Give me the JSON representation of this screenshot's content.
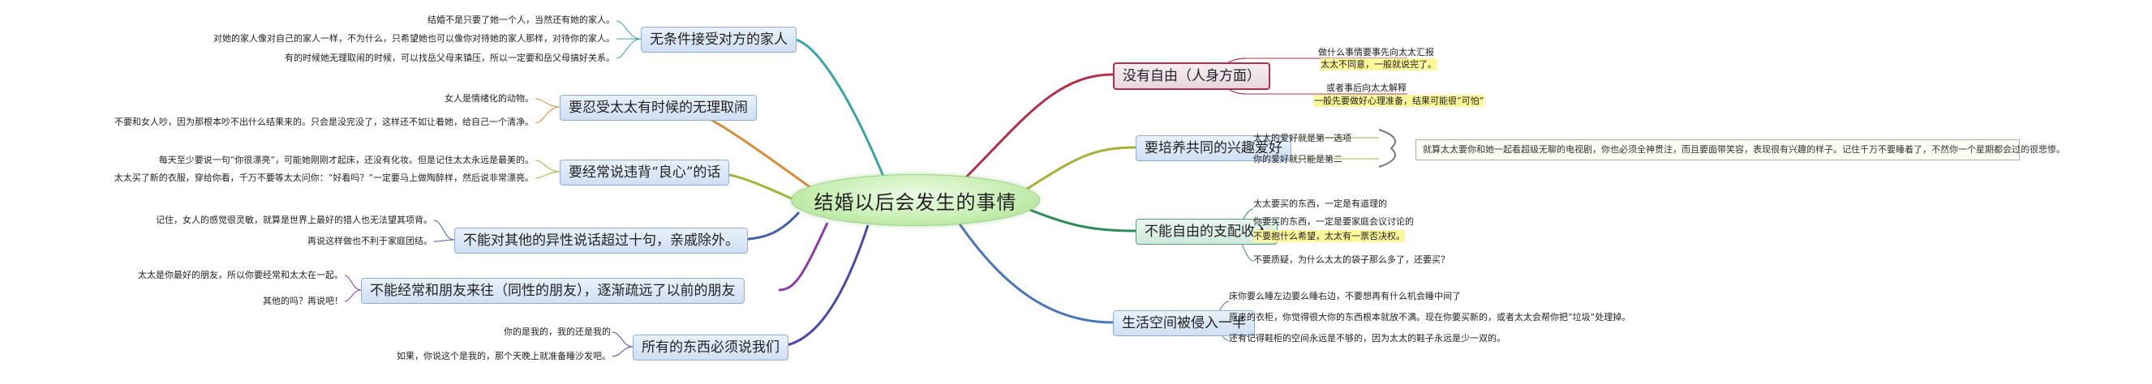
{
  "center": "结婚以后会发生的事情",
  "right": [
    {
      "topic": "没有自由（人身方面）",
      "items": [
        "做什么事情要事先向太太汇报",
        "太太不同意，一般就说完了。",
        "或者事后向太太解释",
        "一般先要做好心理准备，结果可能很“可怕”"
      ]
    },
    {
      "topic": "要培养共同的兴趣爱好",
      "items": [
        "太太的爱好就是第一选项",
        "你的爱好就只能是第二"
      ],
      "callout": "就算太太要你和她一起看超级无聊的电视剧，你也必须全神贯注，而且要面带笑容，表现很有兴趣的样子。记住千万不要睡着了，不然你一个星期都会过的很悲惨。"
    },
    {
      "topic": "不能自由的支配收入",
      "items": [
        "太太要买的东西，一定是有道理的",
        "你要买的东西，一定是要家庭会议讨论的",
        "不要抱什么希望，太太有一票否决权。",
        "不要质疑，为什么太太的袋子那么多了，还要买？"
      ]
    },
    {
      "topic": "生活空间被侵入一半",
      "items": [
        "床你要么睡左边要么睡右边，不要想再有什么机会睡中间了",
        "原来的衣柜，你觉得很大你的东西根本就放不满。现在你要买新的，或者太太会帮你把“垃圾”处理掉。",
        "还有记得鞋柜的空间永远是不够的，因为太太的鞋子永远是少一双的。"
      ]
    }
  ],
  "left": [
    {
      "topic": "无条件接受对方的家人",
      "items": [
        "结婚不是只要了她一个人，当然还有她的家人。",
        "对她的家人像对自己的家人一样，不为什么，只希望她也可以像你对待她的家人那样，对待你的家人。",
        "有的时候她无理取闹的时候，可以找岳父母来镇压，所以一定要和岳父母搞好关系。"
      ]
    },
    {
      "topic": "要忍受太太有时候的无理取闹",
      "items": [
        "女人是情绪化的动物。",
        "不要和女人吵，因为那根本吵不出什么结果来的。只会是没完没了，这样还不如让着她，给自己一个清净。"
      ]
    },
    {
      "topic": "要经常说违背“良心”的话",
      "items": [
        "每天至少要说一句“你很漂亮”，可能她刚刚才起床，还没有化妆。但是记住太太永远是最美的。",
        "太太买了新的衣服，穿给你看，千万不要等太太问你：“好看吗？”一定要马上做陶醉样，然后说非常漂亮。"
      ]
    },
    {
      "topic": "不能对其他的异性说话超过十句，亲戚除外。",
      "items": [
        "记住，女人的感觉很灵敏，就算是世界上最好的猎人也无法望其项背。",
        "再说这样做也不利于家庭团结。"
      ]
    },
    {
      "topic": "不能经常和朋友来往（同性的朋友），逐渐疏远了以前的朋友",
      "items": [
        "太太是你最好的朋友，所以你要经常和太太在一起。",
        "其他的吗？再说吧！"
      ]
    },
    {
      "topic": "所有的东西必须说我们",
      "items": [
        "你的是我的，我的还是我的",
        "如果，你说这个是我的，那个天晚上就准备睡沙发吧。"
      ]
    }
  ],
  "colors": {
    "branch_red": "#b0324a",
    "branch_olive": "#a7b03a",
    "branch_green": "#2e8b57",
    "branch_blue": "#4a78b8",
    "branch_teal": "#3aa4a8",
    "branch_orange": "#d98c3a",
    "branch_lime": "#9bb83a",
    "branch_navy": "#3f5fa8",
    "branch_purple": "#8a3fa8",
    "branch_indigo": "#4a4aa8",
    "highlight": "#fbf79a"
  }
}
